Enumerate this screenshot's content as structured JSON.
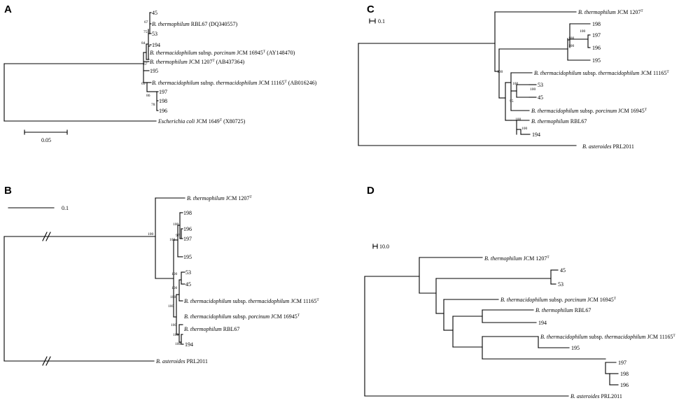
{
  "panels": {
    "A": {
      "letter": "A",
      "scale": "0.05",
      "tips": {
        "s45": "45",
        "rbl67_sp": "B. thermophilum",
        "rbl67_rest": " RBL67 (DQ340557)",
        "s53": "53",
        "s194": "194",
        "porc_sp": "B. thermacidophilum",
        "porc_mid": " subsp. ",
        "porc_ssp": "porcinum",
        "porc_strain": " JCM 16945",
        "porc_sup": "T",
        "porc_acc": " (AY148470)",
        "jcm1207_sp": "B. thermophilum",
        "jcm1207_strain": " JCM 1207",
        "jcm1207_sup": "T",
        "jcm1207_acc": " (AB437364)",
        "s195": "195",
        "therm_sp": "B. thermacidophilum",
        "therm_mid": " subsp. ",
        "therm_ssp": "thermacidophilum",
        "therm_strain": " JCM 11165",
        "therm_sup": "T",
        "therm_acc": " (AB016246)",
        "s197": "197",
        "s198": "198",
        "s196": "196",
        "ecoli_sp": "Escherichia coli",
        "ecoli_strain": " JCM 1649",
        "ecoli_sup": "T",
        "ecoli_acc": " (X80725)"
      },
      "bootstrap": {
        "b1": "67",
        "b2": "75",
        "b3": "84",
        "b4": "67",
        "b5": "69",
        "b6": "86",
        "b7": "78"
      }
    },
    "B": {
      "letter": "B",
      "scale": "0.1",
      "tips": {
        "jcm1207_sp": "B. thermophilum",
        "jcm1207_strain": " JCM 1207",
        "jcm1207_sup": "T",
        "s198": "198",
        "s196": "196",
        "s197": "197",
        "s195": "195",
        "s53": "53",
        "s45": "45",
        "therm_sp": "B. thermacidophilum",
        "therm_mid": " subsp. ",
        "therm_ssp": "thermacidophilum",
        "therm_strain": " JCM 11165",
        "therm_sup": "T",
        "porc_sp": "B. thermacidophilum",
        "porc_mid": " subsp. ",
        "porc_ssp": "porcinum",
        "porc_strain": " JCM 16945",
        "porc_sup": "T",
        "rbl67_sp": "B. thermophilum",
        "rbl67_strain": " RBL67",
        "s194": "194",
        "ast_sp": "B. asteroides",
        "ast_strain": " PRL2011"
      },
      "bootstrap": {
        "b1": "100",
        "b2": "100",
        "b3": "100",
        "b4": "97",
        "b5": "100",
        "b6": "100",
        "b7": "100",
        "b8": "100",
        "b9": "100",
        "b10": "100",
        "b11": "100"
      }
    },
    "C": {
      "letter": "C",
      "scale": "0.1",
      "tips": {
        "jcm1207_sp": "B. thermophilum",
        "jcm1207_strain": " JCM 1207",
        "jcm1207_sup": "T",
        "s198": "198",
        "s197": "197",
        "s196": "196",
        "s195": "195",
        "therm_sp": "B. thermacidophilum",
        "therm_mid": " subsp. ",
        "therm_ssp": "thermacidophilum",
        "therm_strain": " JCM 11165",
        "therm_sup": "T",
        "s53": "53",
        "s45": "45",
        "porc_sp": "B. thermacidophilum",
        "porc_mid": " subsp. ",
        "porc_ssp": "porcinum",
        "porc_strain": " JCM 16945",
        "porc_sup": "T",
        "rbl67_sp": "B. thermophilum",
        "rbl67_strain": " RBL67",
        "s194": "194",
        "ast_sp": "B. asteroides",
        "ast_strain": " PRL2011"
      },
      "bootstrap": {
        "b1": "100",
        "b2": "100",
        "b3": "100",
        "b4": "100",
        "b5": "100",
        "b6": "95",
        "b7": "100",
        "b8": "100",
        "b9": "100"
      }
    },
    "D": {
      "letter": "D",
      "scale": "10.0",
      "tips": {
        "jcm1207_sp": "B. thermophilum",
        "jcm1207_strain": " JCM 1207",
        "jcm1207_sup": "T",
        "s45": "45",
        "s53": "53",
        "porc_sp": "B. thermacidophilum",
        "porc_mid": " subsp. ",
        "porc_ssp": "porcinum",
        "porc_strain": " JCM 16945",
        "porc_sup": "T",
        "rbl67_sp": "B. thermophilum",
        "rbl67_strain": " RBL67",
        "s194": "194",
        "therm_sp": "B. thermacidophilum",
        "therm_mid": " subsp. ",
        "therm_ssp": "thermacidophilum",
        "therm_strain": " JCM 11165",
        "therm_sup": "T",
        "s195": "195",
        "s197": "197",
        "s198": "198",
        "s196": "196",
        "ast_sp": "B. asteroides",
        "ast_strain": " PRL2011"
      }
    }
  }
}
